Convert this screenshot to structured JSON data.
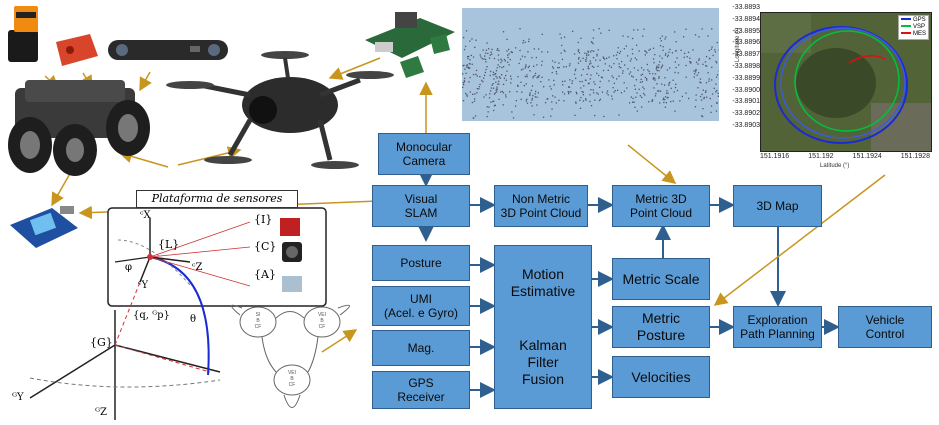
{
  "blocks": {
    "monocular_camera": "Monocular\nCamera",
    "visual_slam": "Visual\nSLAM",
    "non_metric": "Non Metric\n3D Point Cloud",
    "metric_3d": "Metric 3D\nPoint Cloud",
    "map_3d": "3D Map",
    "posture": "Posture",
    "umi": "UMI\n(Acel. e Gyro)",
    "mag": "Mag.",
    "gps": "GPS\nReceiver",
    "fusion_a": "Motion\nEstimative",
    "fusion_b": "Kalman\nFilter\nFusion",
    "metric_scale": "Metric Scale",
    "metric_posture": "Metric\nPosture",
    "velocities": "Velocities",
    "exploration": "Exploration\nPath Planning",
    "vehicle": "Vehicle\nControl"
  },
  "sensor_platform": {
    "title": "Plataforma de sensores",
    "frames": [
      "{L}",
      "{I}",
      "{C}",
      "{A}",
      "{G}"
    ],
    "labels": [
      "ᶜX",
      "ᶜZ",
      "ᶜY",
      "φ",
      "θ",
      "{q, ᴳp}",
      "ᴳY",
      "ᴳZ"
    ]
  },
  "mini_states": [
    "SI\nB\nCF",
    "VEI\nB\nCF",
    "VEI\nB\nCF"
  ],
  "gps_plot": {
    "legend": [
      "GPS",
      "VSP",
      "MES"
    ],
    "y_ticks": [
      "-33.8893",
      "-33.8894",
      "-33.8895",
      "-33.8896",
      "-33.8897",
      "-33.8898",
      "-33.8899",
      "-33.8900",
      "-33.8901",
      "-33.8902",
      "-33.8903"
    ],
    "x_ticks": [
      "151.1916",
      "151.192",
      "151.1924",
      "151.1928"
    ],
    "x_label": "Latitude (°)",
    "y_label": "Longitude (°)",
    "colors": {
      "gps": "#1a2bd6",
      "vsp": "#00c040",
      "mes": "#e01010"
    }
  }
}
